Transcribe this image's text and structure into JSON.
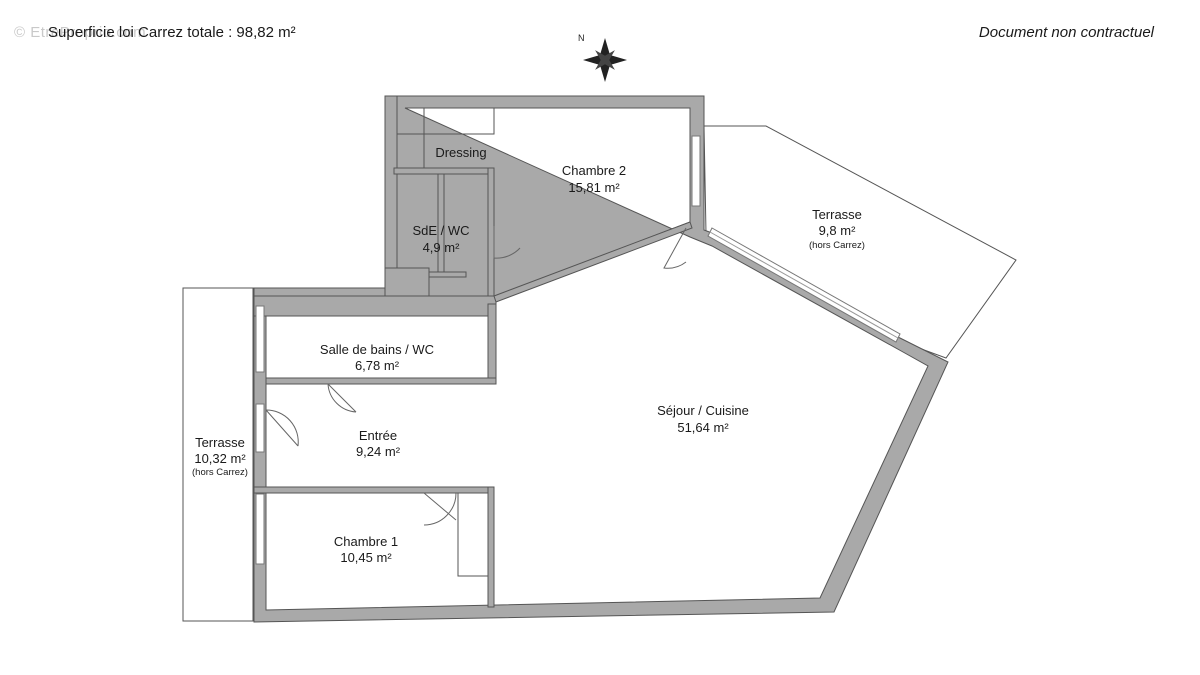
{
  "header": {
    "watermark": "© EtreProprio.com",
    "surface_total": "Superficie loi Carrez totale :  98,82 m²",
    "disclaimer": "Document non contractuel"
  },
  "compass": {
    "label": "N"
  },
  "rooms": [
    {
      "id": "dressing",
      "name": "Dressing",
      "area": ""
    },
    {
      "id": "chambre2",
      "name": "Chambre 2",
      "area": "15,81 m²"
    },
    {
      "id": "sde",
      "name": "SdE / WC",
      "area": "4,9 m²"
    },
    {
      "id": "terrasse1",
      "name": "Terrasse",
      "area": "9,8 m²",
      "note": "(hors Carrez)"
    },
    {
      "id": "sdb",
      "name": "Salle de bains / WC",
      "area": "6,78 m²"
    },
    {
      "id": "sejour",
      "name": "Séjour / Cuisine",
      "area": "51,64 m²"
    },
    {
      "id": "entree",
      "name": "Entrée",
      "area": "9,24 m²"
    },
    {
      "id": "terrasse2",
      "name": "Terrasse",
      "area": "10,32 m²",
      "note": "(hors Carrez)"
    },
    {
      "id": "chambre1",
      "name": "Chambre 1",
      "area": "10,45 m²"
    }
  ]
}
